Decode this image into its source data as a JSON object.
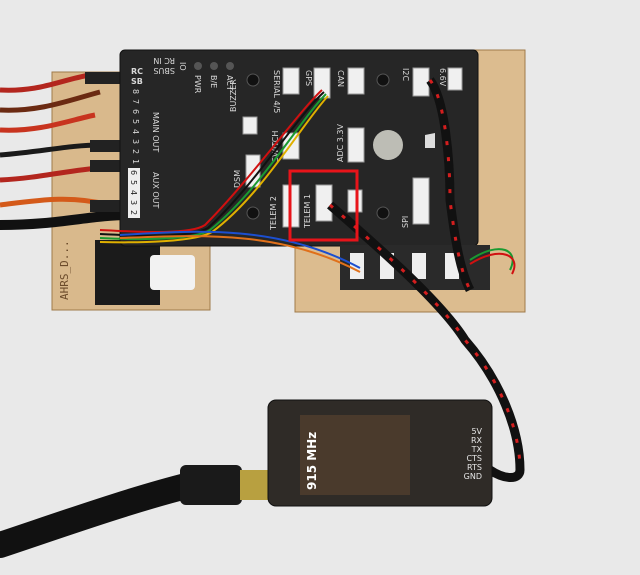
{
  "controller": {
    "rc_sb": [
      "RC",
      "SB"
    ],
    "rc_in": "RC IN",
    "sbus": "SBUS",
    "io": "IO",
    "leds": [
      "PWR",
      "B/E",
      "ACT"
    ],
    "main_out": "MAIN OUT",
    "aux_out": "AUX OUT",
    "main_numbers": [
      "8",
      "7",
      "6",
      "5",
      "4",
      "3",
      "2",
      "1"
    ],
    "aux_numbers": [
      "6",
      "5",
      "4",
      "3",
      "2"
    ],
    "ports": {
      "buzzer": "BUZZER",
      "serial45": "SERIAL 4/5",
      "gps": "GPS",
      "can": "CAN",
      "i2c": "I2C",
      "v66": "6.6V",
      "switch": "SWITCH",
      "adc": "ADC 3.3V",
      "dsm": "DSM",
      "telem2": "TELEM 2",
      "telem1": "TELEM 1",
      "spi": "SPI"
    }
  },
  "board_text": "AHRS_D...",
  "radio": {
    "frequency": "915 MHz",
    "pins": [
      "5V",
      "RX",
      "TX",
      "CTS",
      "RTS",
      "GND"
    ]
  },
  "highlight_color": "#e8141a"
}
